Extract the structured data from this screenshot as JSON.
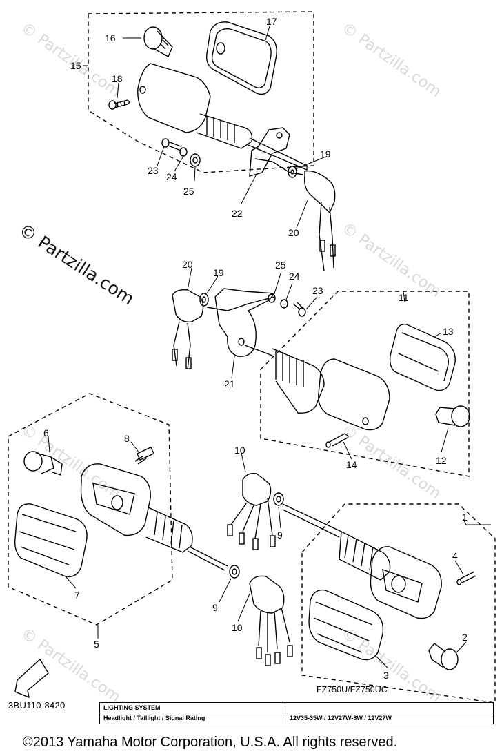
{
  "watermarks": {
    "small": "© Partzilla.com",
    "large": "© Partzilla.com"
  },
  "callouts": [
    "16",
    "17",
    "15",
    "18",
    "23",
    "24",
    "25",
    "22",
    "19",
    "20",
    "20",
    "19",
    "25",
    "24",
    "23",
    "11",
    "13",
    "21",
    "12",
    "14",
    "6",
    "8",
    "10",
    "9",
    "1",
    "4",
    "7",
    "9",
    "10",
    "5",
    "3",
    "2"
  ],
  "direction_badge": "FWD",
  "reference_code": "3BU110-8420",
  "model_label": "FZ750U/FZ750UC",
  "spec_table": {
    "header": "LIGHTING SYSTEM",
    "label": "Headlight / Taillight / Signal Rating",
    "value": "12V35-35W / 12V27W-8W / 12V27W"
  },
  "copyright": "©2013  Yamaha Motor Corporation, U.S.A. All rights reserved."
}
